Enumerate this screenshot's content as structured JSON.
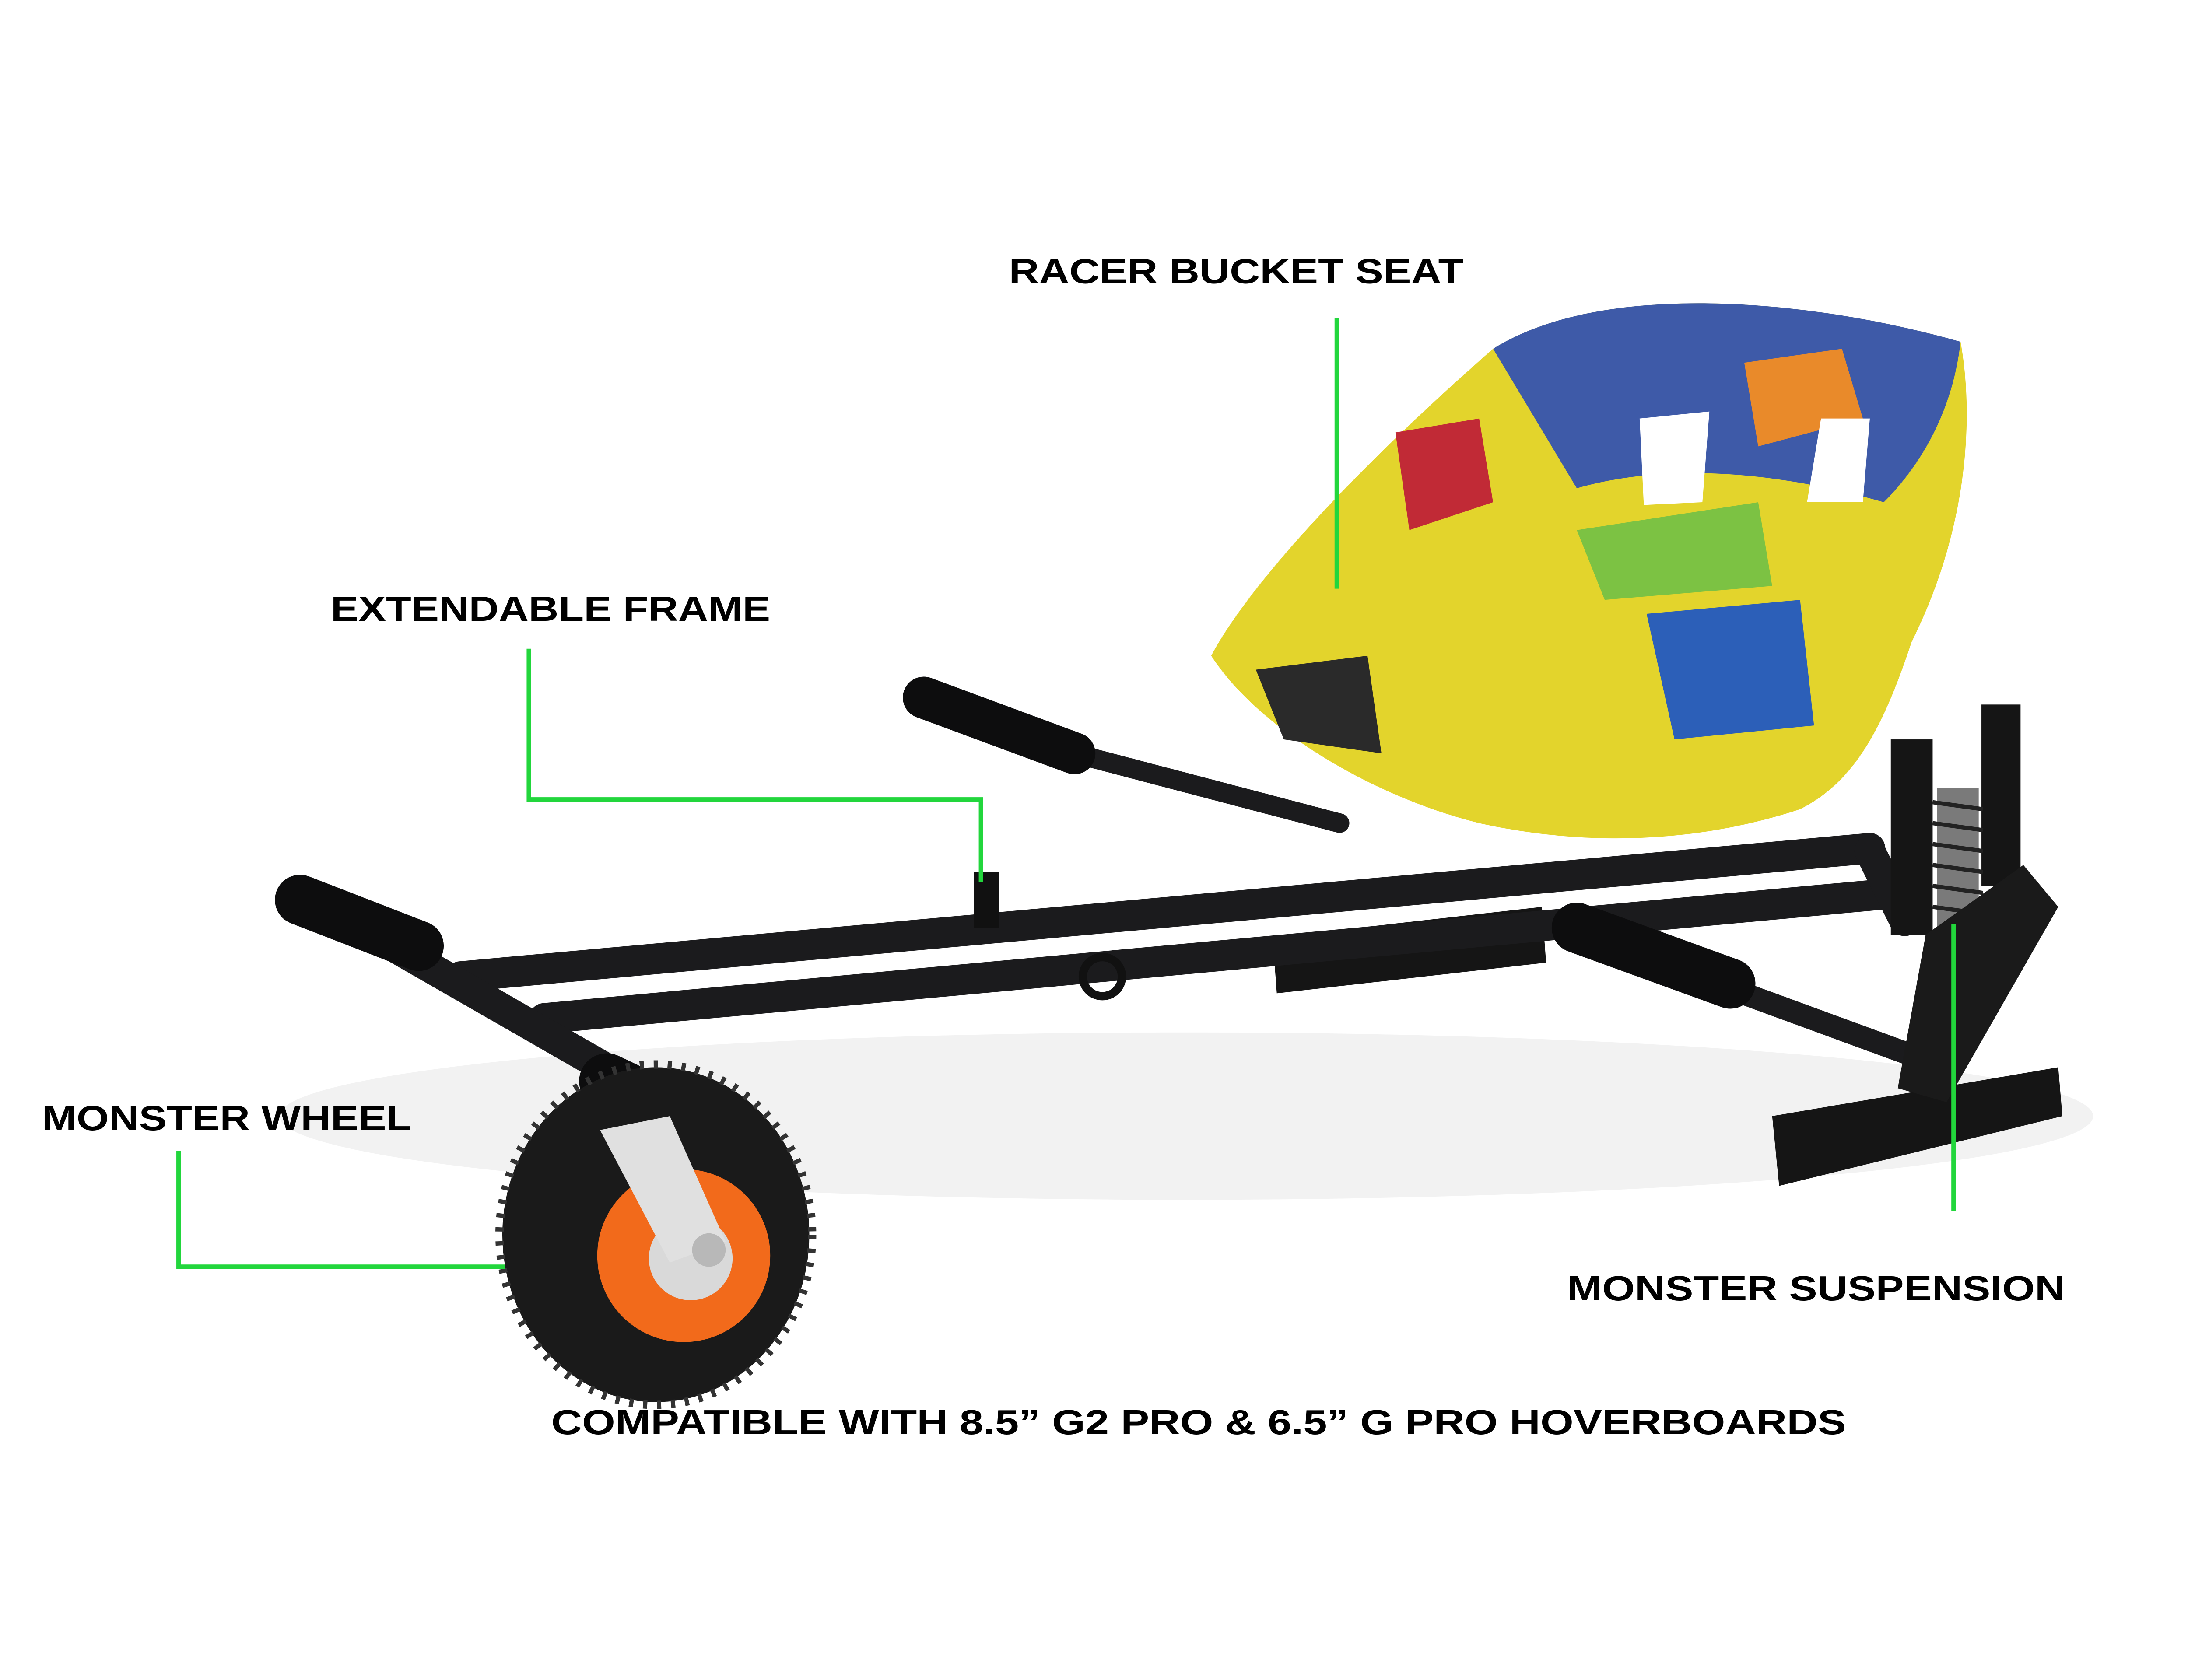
{
  "labels": {
    "seat": "RACER BUCKET SEAT",
    "frame": "EXTENDABLE FRAME",
    "wheel": "MONSTER WHEEL",
    "suspension": "MONSTER SUSPENSION",
    "compatibility": "COMPATIBLE WITH 8.5” G2 PRO & 6.5” G PRO HOVERBOARDS"
  },
  "colors": {
    "callout_line": "#22d63c",
    "frame": "#1b1b1d",
    "wheel_hub": "#f26a1b",
    "background": "#ffffff"
  }
}
